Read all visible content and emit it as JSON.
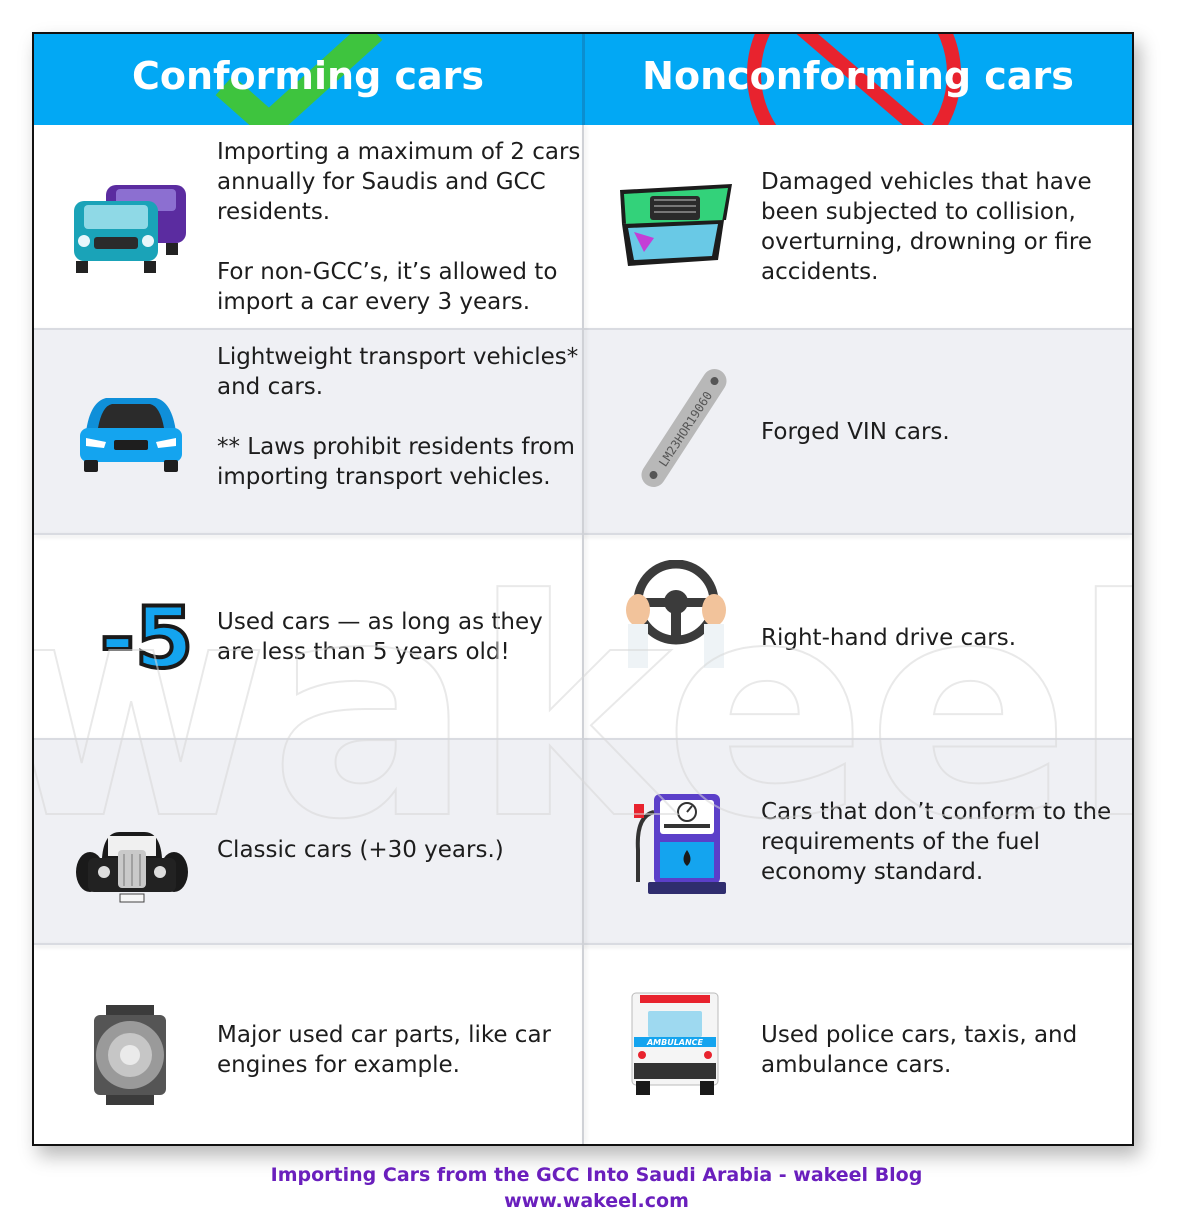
{
  "header": {
    "left_title": "Conforming cars",
    "right_title": "Nonconforming cars"
  },
  "rows": [
    {
      "left": {
        "icon": "two-cars-icon",
        "text": "Importing a maximum of 2 cars annually for Saudis and GCC residents.\n\nFor non-GCC’s, it’s allowed to import a car every 3 years."
      },
      "right": {
        "icon": "damaged-car-icon",
        "text": "Damaged vehicles that have been subjected to collision, overturning, drowning or fire accidents."
      }
    },
    {
      "left": {
        "icon": "blue-car-icon",
        "text": "Lightweight transport vehicles* and cars.\n\n** Laws prohibit residents from importing transport vehicles."
      },
      "right": {
        "icon": "vin-plate-icon",
        "vin": "LM23HOR19060",
        "text": "Forged VIN cars."
      }
    },
    {
      "left": {
        "icon": "minus-five-icon",
        "badge": "-5",
        "text": "Used cars — as long as they are less than 5 years old!"
      },
      "right": {
        "icon": "steering-wheel-icon",
        "text": "Right-hand drive cars."
      }
    },
    {
      "left": {
        "icon": "classic-car-icon",
        "text": "Classic cars (+30 years.)"
      },
      "right": {
        "icon": "fuel-pump-icon",
        "text": "Cars that don’t conform to the requirements of the fuel economy standard."
      }
    },
    {
      "left": {
        "icon": "engine-part-icon",
        "text": "Major used car parts, like car engines for example."
      },
      "right": {
        "icon": "ambulance-icon",
        "ambulance_label": "AMBULANCE",
        "text": "Used police cars, taxis, and ambulance cars."
      }
    }
  ],
  "footer": {
    "title": "Importing Cars from the GCC Into Saudi Arabia - wakeel Blog",
    "url": "www.wakeel.com"
  },
  "watermark": "wakeel",
  "colors": {
    "header_bg": "#02a8f4",
    "alt_row_bg": "#eff0f4",
    "check_green": "#3ec43e",
    "no_sign_red": "#e8232e",
    "footer_purple": "#6a1fbd"
  }
}
